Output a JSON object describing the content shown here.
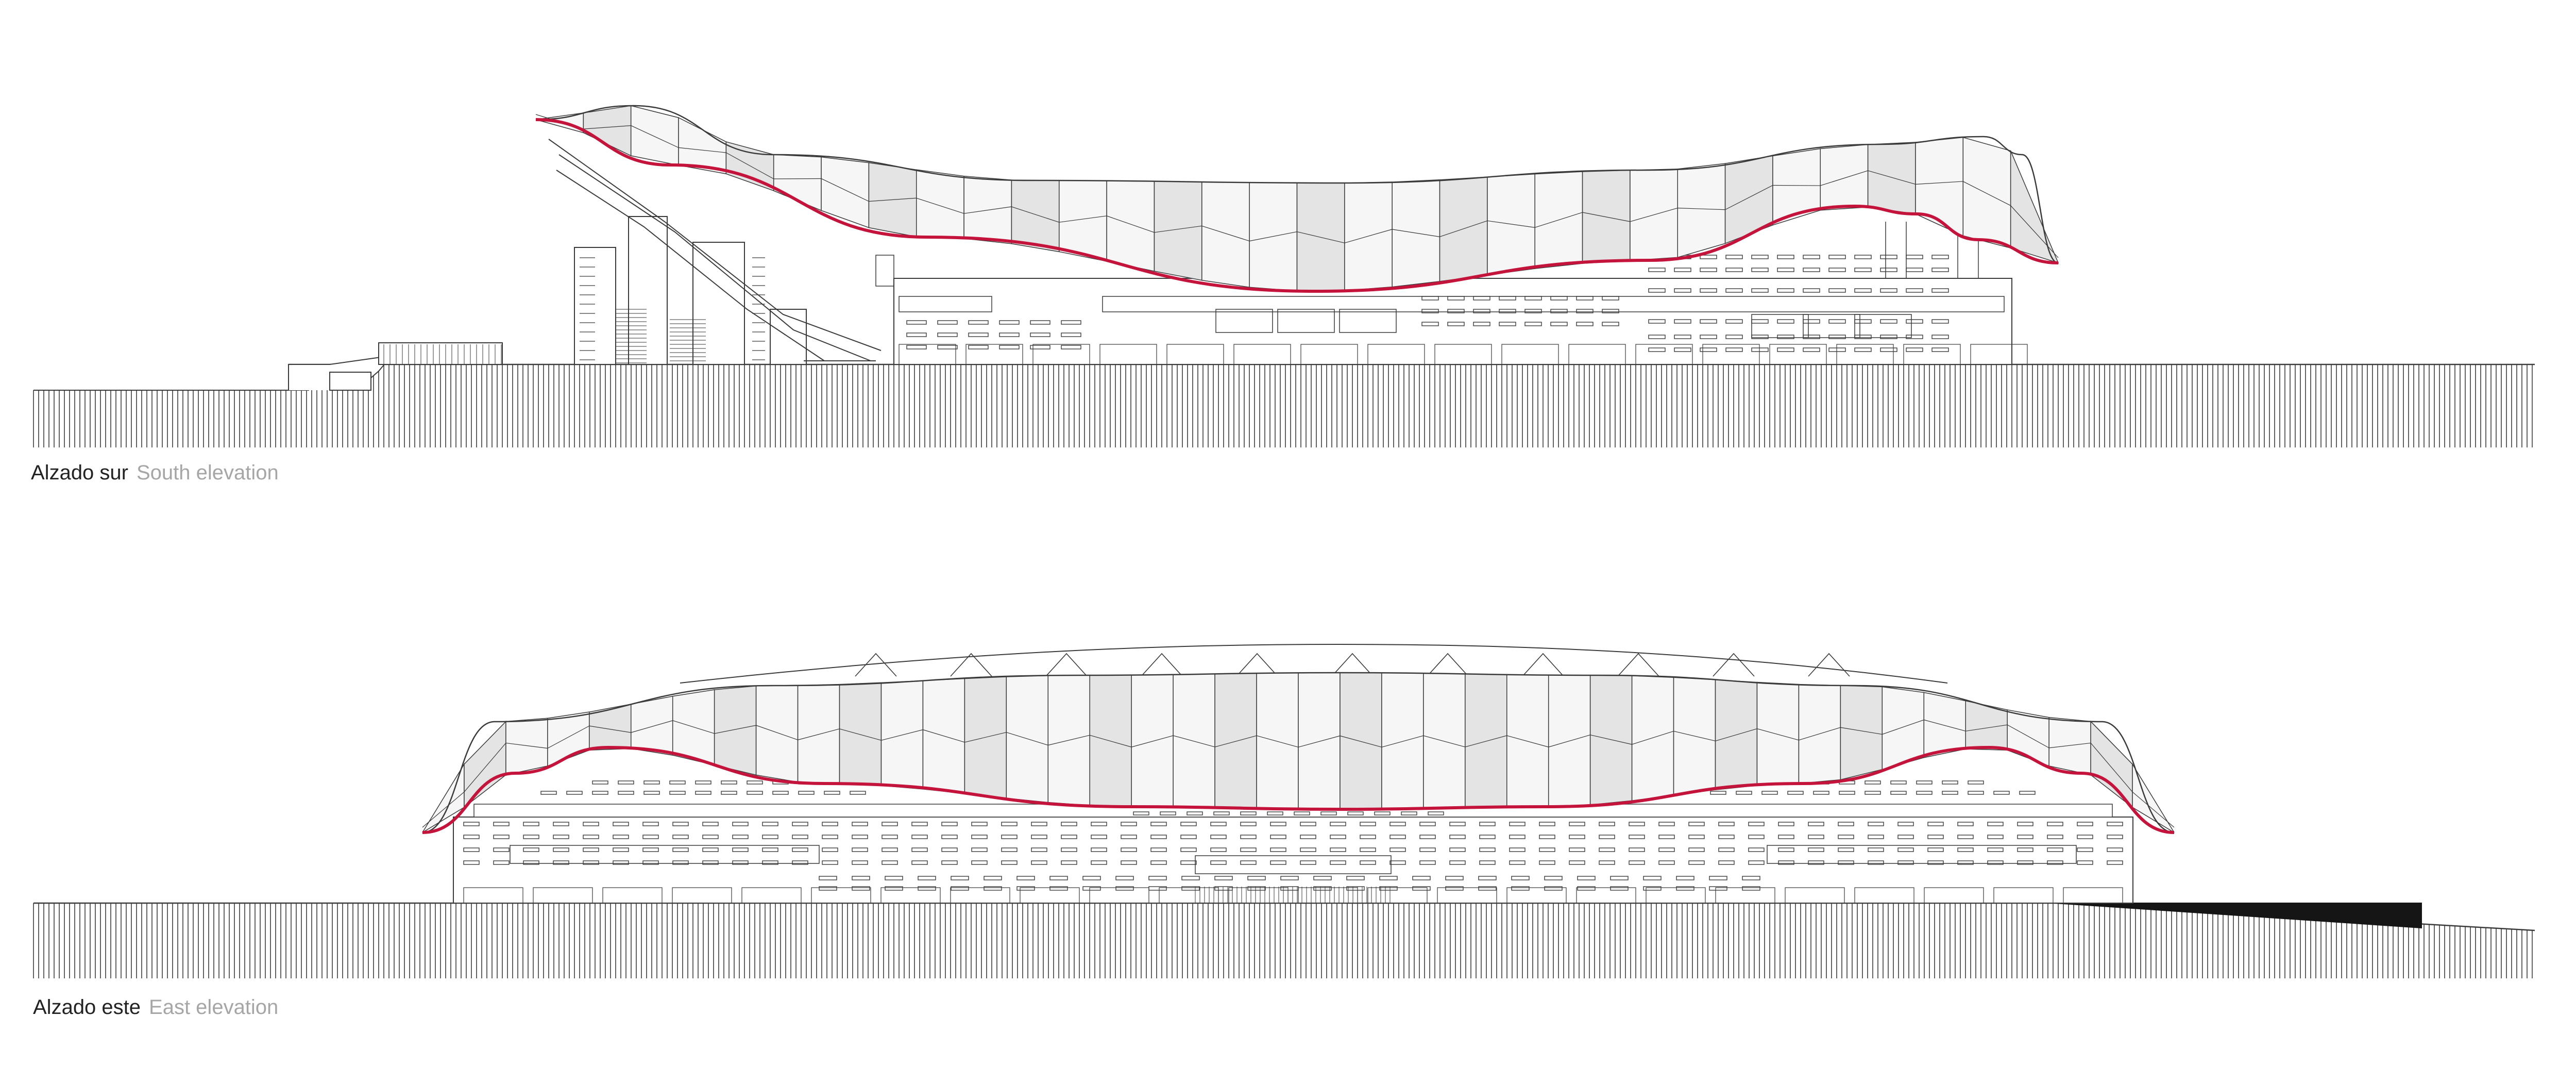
{
  "captions": {
    "south": {
      "spanish": "Alzado sur",
      "english": "South elevation"
    },
    "east": {
      "spanish": "Alzado este",
      "english": "East elevation"
    }
  },
  "colors": {
    "line": "#3a3a3a",
    "roof_edge": "#c4143c",
    "roof_panel_light": "#f6f6f6",
    "roof_panel_shade": "#e4e4e4",
    "ground_fill": "#151515",
    "caption_primary": "#222222",
    "caption_secondary": "#a6a6a6"
  }
}
